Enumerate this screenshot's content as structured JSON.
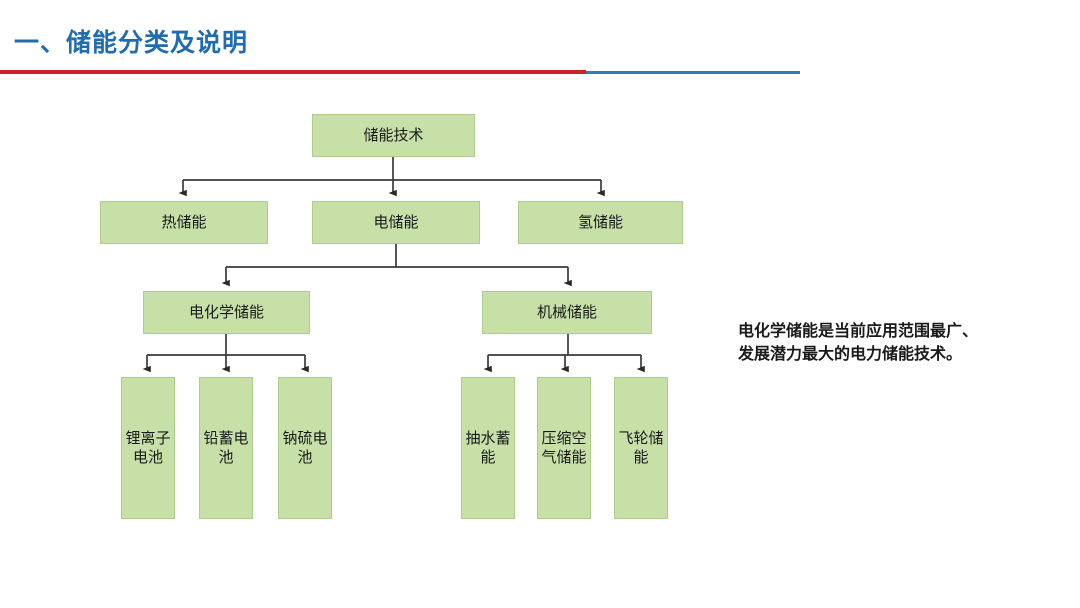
{
  "header": {
    "title": "一、储能分类及说明",
    "title_color": "#1f6cb0",
    "rule_red_color": "#cc2229",
    "rule_blue_color": "#2a7fb8"
  },
  "diagram": {
    "node_fill": "#c6e0a8",
    "node_border": "#aecd8c",
    "connector_color": "#3a3a3a",
    "levels": [
      {
        "level": 1,
        "nodes": [
          {
            "id": "root",
            "label": "储能技术"
          }
        ]
      },
      {
        "level": 2,
        "nodes": [
          {
            "id": "thermal",
            "label": "热储能"
          },
          {
            "id": "electric",
            "label": "电储能"
          },
          {
            "id": "hydrogen",
            "label": "氢储能"
          }
        ]
      },
      {
        "level": 3,
        "nodes": [
          {
            "id": "electrochemical",
            "label": "电化学储能"
          },
          {
            "id": "mechanical",
            "label": "机械储能"
          }
        ]
      },
      {
        "level": 4,
        "nodes": [
          {
            "id": "li-ion",
            "label": "锂离子电池"
          },
          {
            "id": "lead-acid",
            "label": "铅蓄电池"
          },
          {
            "id": "sodium-sulfur",
            "label": "钠硫电池"
          },
          {
            "id": "pumped-hydro",
            "label": "抽水蓄能"
          },
          {
            "id": "caes",
            "label": "压缩空气储能"
          },
          {
            "id": "flywheel",
            "label": "飞轮储能"
          }
        ]
      }
    ]
  },
  "note": {
    "line1": "电化学储能是当前应用范围最广、",
    "line2": "发展潜力最大的电力储能技术。"
  }
}
